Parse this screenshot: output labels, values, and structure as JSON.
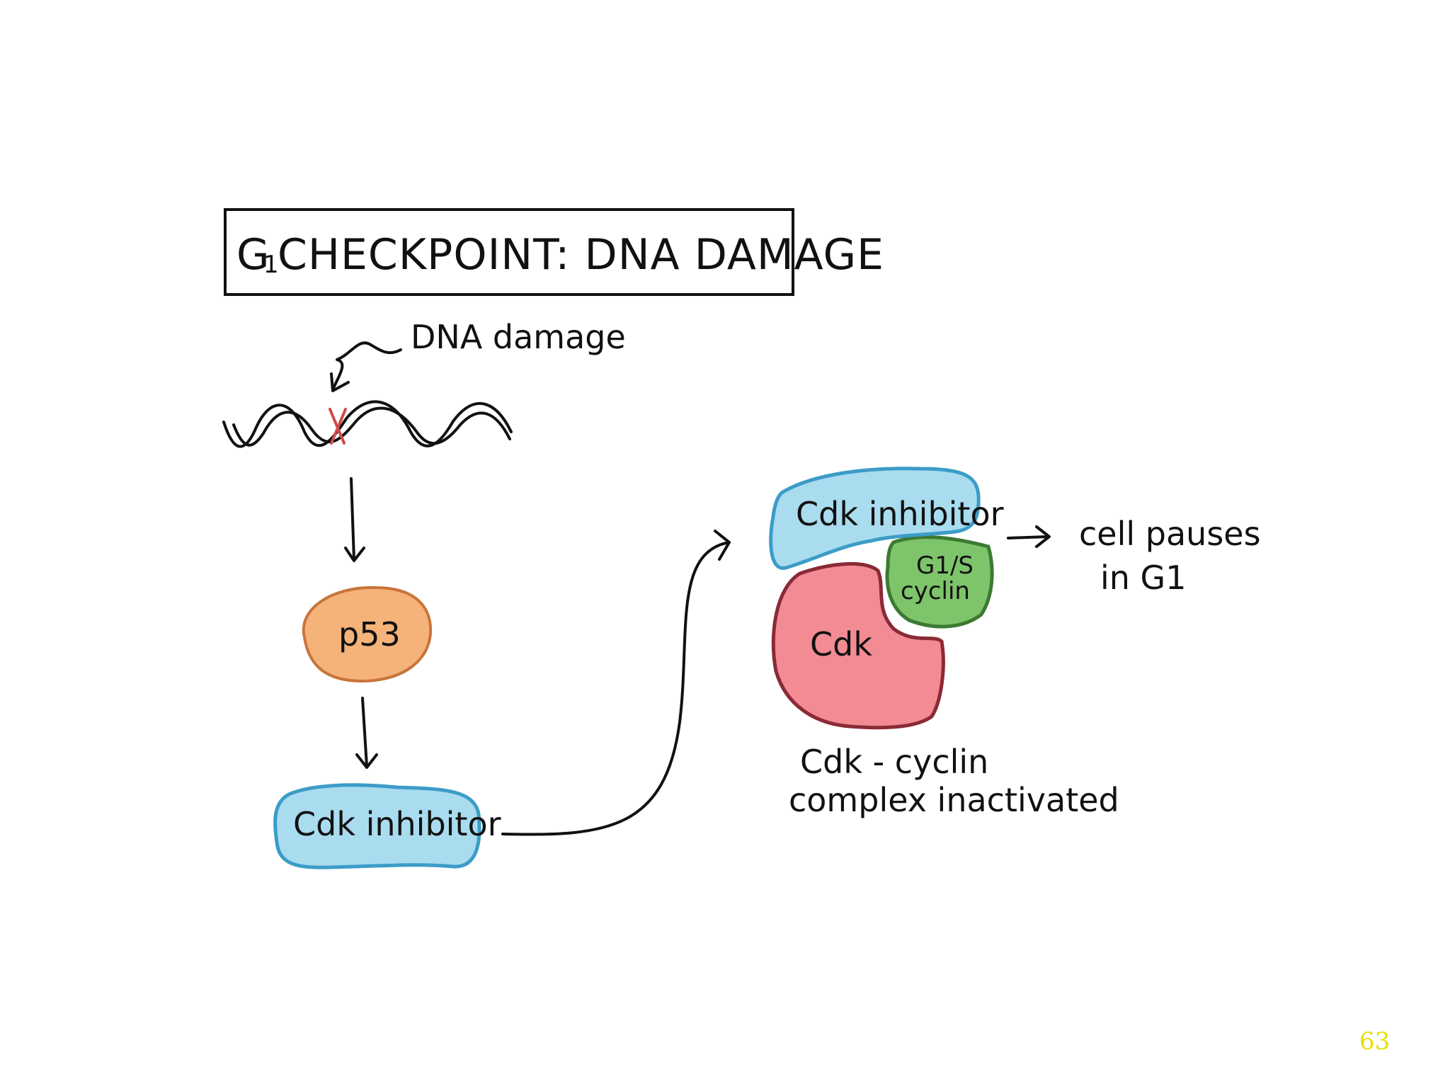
{
  "title": {
    "prefix": "G",
    "subscript": "1",
    "text": "CHECKPOINT: DNA DAMAGE"
  },
  "labels": {
    "dna_damage": "DNA damage",
    "p53": "p53",
    "cdk_inhibitor_bottom": "Cdk inhibitor",
    "cdk_inhibitor_complex": "Cdk inhibitor",
    "gs_cyclin_line1": "G1/S",
    "gs_cyclin_line2": "cyclin",
    "cdk": "Cdk",
    "complex_line1": "Cdk - cyclin",
    "complex_line2": "complex inactivated",
    "outcome_line1": "cell pauses",
    "outcome_line2": "in G1"
  },
  "colors": {
    "p53_fill": "#f5b37a",
    "p53_stroke": "#c8743a",
    "inhibitor_fill": "#a9dcef",
    "inhibitor_stroke": "#3c9cc8",
    "cyclin_fill": "#7ec46a",
    "cyclin_stroke": "#3c7a32",
    "cdk_fill": "#f28b94",
    "cdk_stroke": "#8a2a36",
    "damage_mark": "#d14a4a"
  },
  "page_number": "63"
}
